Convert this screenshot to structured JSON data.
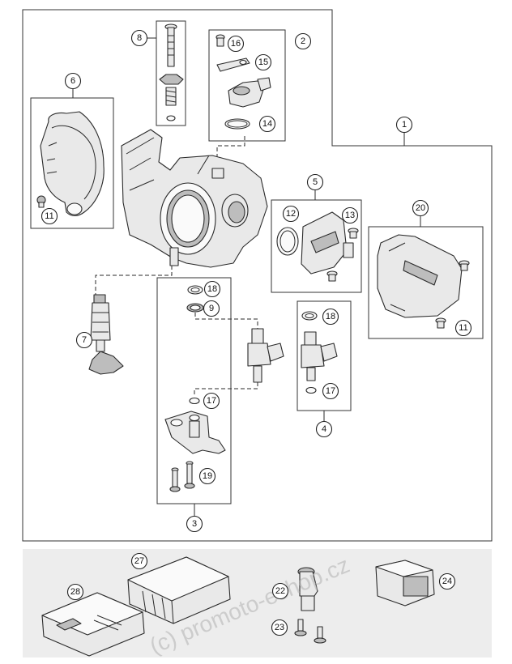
{
  "diagram": {
    "watermark": "(c) promoto-eshop.cz",
    "callouts": [
      {
        "id": "c1",
        "label": "1"
      },
      {
        "id": "c2",
        "label": "2"
      },
      {
        "id": "c3",
        "label": "3"
      },
      {
        "id": "c4",
        "label": "4"
      },
      {
        "id": "c5",
        "label": "5"
      },
      {
        "id": "c6",
        "label": "6"
      },
      {
        "id": "c7",
        "label": "7"
      },
      {
        "id": "c8",
        "label": "8"
      },
      {
        "id": "c9",
        "label": "9"
      },
      {
        "id": "c11a",
        "label": "11"
      },
      {
        "id": "c11b",
        "label": "11"
      },
      {
        "id": "c12",
        "label": "12"
      },
      {
        "id": "c13",
        "label": "13"
      },
      {
        "id": "c14",
        "label": "14"
      },
      {
        "id": "c15",
        "label": "15"
      },
      {
        "id": "c16",
        "label": "16"
      },
      {
        "id": "c17a",
        "label": "17"
      },
      {
        "id": "c17b",
        "label": "17"
      },
      {
        "id": "c18a",
        "label": "18"
      },
      {
        "id": "c18b",
        "label": "18"
      },
      {
        "id": "c19",
        "label": "19"
      },
      {
        "id": "c20",
        "label": "20"
      },
      {
        "id": "c22",
        "label": "22"
      },
      {
        "id": "c23",
        "label": "23"
      },
      {
        "id": "c24",
        "label": "24"
      },
      {
        "id": "c27",
        "label": "27"
      },
      {
        "id": "c28",
        "label": "28"
      }
    ]
  }
}
